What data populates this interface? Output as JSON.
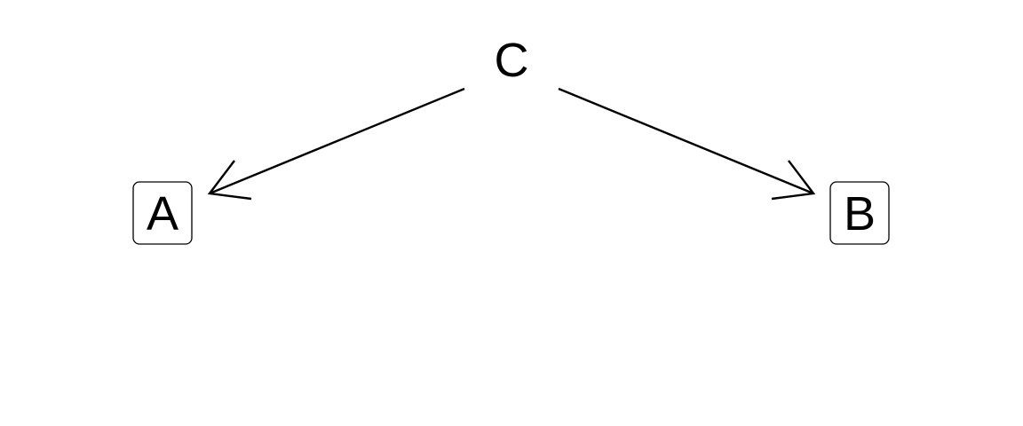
{
  "diagram": {
    "type": "directed-graph",
    "nodes": [
      {
        "id": "C",
        "label": "C",
        "boxed": false
      },
      {
        "id": "A",
        "label": "A",
        "boxed": true
      },
      {
        "id": "B",
        "label": "B",
        "boxed": true
      }
    ],
    "edges": [
      {
        "from": "C",
        "to": "A"
      },
      {
        "from": "C",
        "to": "B"
      }
    ],
    "colors": {
      "background": "#ffffff",
      "stroke": "#000000",
      "text": "#000000"
    }
  }
}
